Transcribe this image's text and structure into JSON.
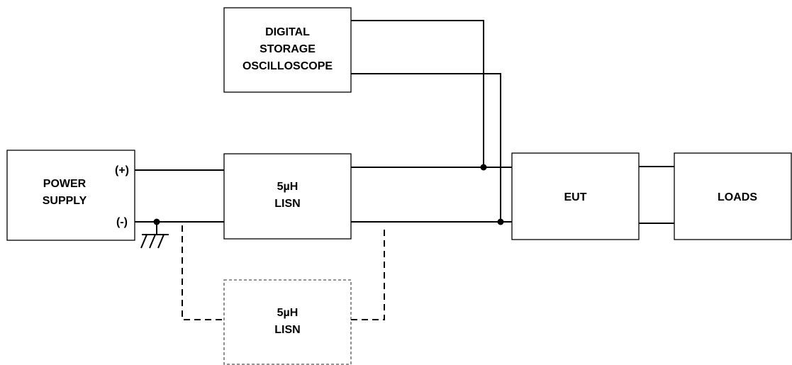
{
  "blocks": {
    "oscilloscope": [
      "DIGITAL",
      "STORAGE",
      "OSCILLOSCOPE"
    ],
    "power_supply": [
      "POWER",
      "SUPPLY"
    ],
    "lisn_main": [
      "5µH",
      "LISN"
    ],
    "lisn_optional": [
      "5µH",
      "LISN"
    ],
    "eut": "EUT",
    "loads": "LOADS"
  },
  "terminals": {
    "positive": "(+)",
    "negative": "(-)"
  }
}
